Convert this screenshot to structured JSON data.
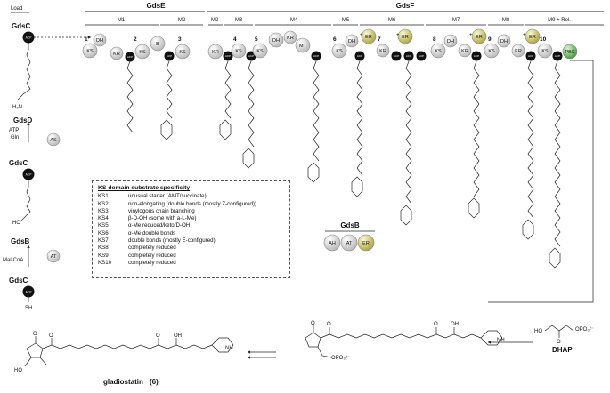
{
  "load_label": "Load",
  "gdsc_label": "GdsC",
  "acp_label": "ACP",
  "gdsd_label": "GdsD",
  "as_label": "AS",
  "atp_label": "ATP",
  "gln_label": "Gln",
  "gdsb_label": "GdsB",
  "at_label": "AT",
  "malcoa_label": "Mal-CoA",
  "sh_label": "SH",
  "h2n_label": "H₂N",
  "ho_label": "HO",
  "gdse_label": "GdsE",
  "gdsf_label": "GdsF",
  "modules": [
    "M1",
    "M2",
    "M2",
    "M3",
    "M4",
    "M5",
    "M6",
    "M7",
    "M8",
    "M9 + Rel."
  ],
  "ks_numbers": [
    "1",
    "2",
    "3",
    "4",
    "5",
    "6",
    "7",
    "8",
    "9",
    "10"
  ],
  "domains": {
    "dh": "DH",
    "ks": "KS",
    "kr": "KR",
    "kr_sub": "B",
    "b": "B",
    "mt": "MT",
    "er": "ER",
    "ah": "AH",
    "pbs": "PBS"
  },
  "plus": "+",
  "spec_title": "KS domain substrate specificity",
  "spec_rows": [
    {
      "ks": "KS1",
      "desc": "unusual starter (AMT/succinate)"
    },
    {
      "ks": "KS2",
      "desc": "non-elongating (double bonds (mostly Z-configured))"
    },
    {
      "ks": "KS3",
      "desc": "vinylogous chain branching"
    },
    {
      "ks": "KS4",
      "desc": "β-D-OH (some with a-L-Me)"
    },
    {
      "ks": "KS5",
      "desc": "α-Me reduced/keto/D-OH"
    },
    {
      "ks": "KS6",
      "desc": "α-Me double bonds"
    },
    {
      "ks": "KS7",
      "desc": "double bonds (mostly E-configured)"
    },
    {
      "ks": "KS8",
      "desc": "completely reduced"
    },
    {
      "ks": "KS9",
      "desc": "completely reduced"
    },
    {
      "ks": "KS10",
      "desc": "completely reduced"
    }
  ],
  "gdsb_domains": [
    "AH",
    "AT",
    "ER"
  ],
  "dhap_label": "DHAP",
  "dhap_ho": "HO",
  "opo3": "OPO₃²⁻",
  "gladiostatin_name": "gladiostatin",
  "gladiostatin_num": "(6)",
  "nh": "NH",
  "oh": "OH",
  "o": "O"
}
